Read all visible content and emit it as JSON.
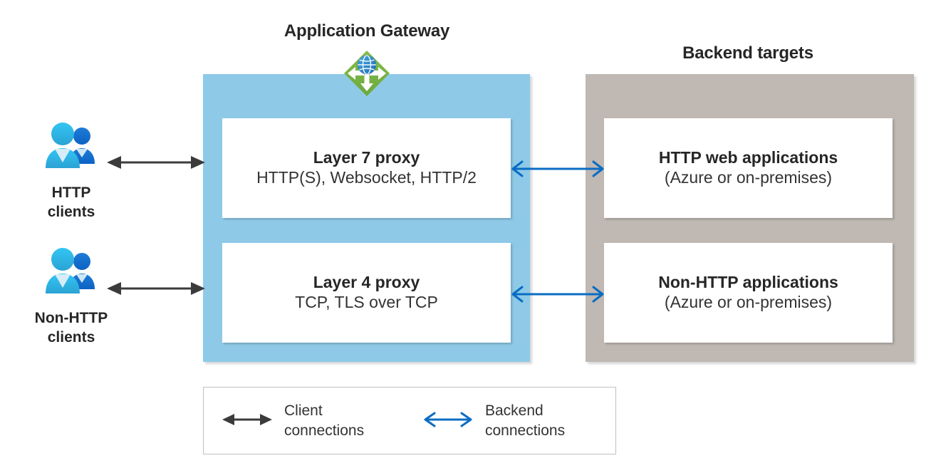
{
  "diagram": {
    "title_gateway": "Application Gateway",
    "title_backend": "Backend targets"
  },
  "clients": [
    {
      "line1": "HTTP",
      "line2": "clients",
      "icon": "users-icon"
    },
    {
      "line1": "Non-HTTP",
      "line2": "clients",
      "icon": "users-icon"
    }
  ],
  "gateway": {
    "icon": "application-gateway-icon",
    "cards": [
      {
        "title": "Layer 7 proxy",
        "subtitle": "HTTP(S), Websocket, HTTP/2"
      },
      {
        "title": "Layer 4 proxy",
        "subtitle": "TCP, TLS over TCP"
      }
    ]
  },
  "backend": {
    "cards": [
      {
        "title": "HTTP web applications",
        "subtitle": "(Azure or on-premises)"
      },
      {
        "title": "Non-HTTP applications",
        "subtitle": "(Azure or on-premises)"
      }
    ]
  },
  "legend": {
    "items": [
      {
        "line1": "Client",
        "line2": "connections",
        "arrow": "black-double-arrow",
        "color": "#3B3B3B"
      },
      {
        "line1": "Backend",
        "line2": "connections",
        "arrow": "blue-double-arrow",
        "color": "#0A6CC4"
      }
    ]
  },
  "colors": {
    "gateway_panel": "#8ECAE8",
    "backend_panel": "#BFB8B3",
    "client_arrow": "#3B3B3B",
    "backend_arrow": "#0A6CC4",
    "icon_green": "#7AB648",
    "icon_blue": "#2E94D2",
    "text": "#262626"
  }
}
